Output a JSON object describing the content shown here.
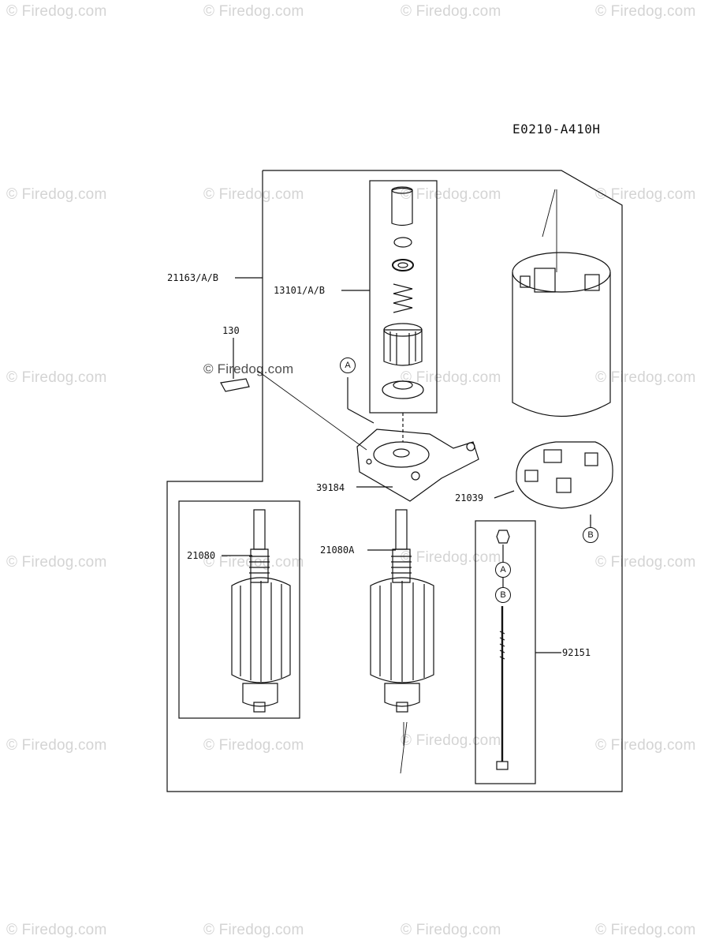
{
  "diagram": {
    "code": "E0210-A410H",
    "watermark": "© Firedog.com",
    "parts": {
      "p21163": "21163/A/B",
      "p13101": "13101/A/B",
      "p130": "130",
      "p39184": "39184",
      "p21039": "21039",
      "p21080": "21080",
      "p21080A": "21080A",
      "p92151": "92151"
    },
    "callouts": {
      "a": "A",
      "b": "B"
    }
  }
}
